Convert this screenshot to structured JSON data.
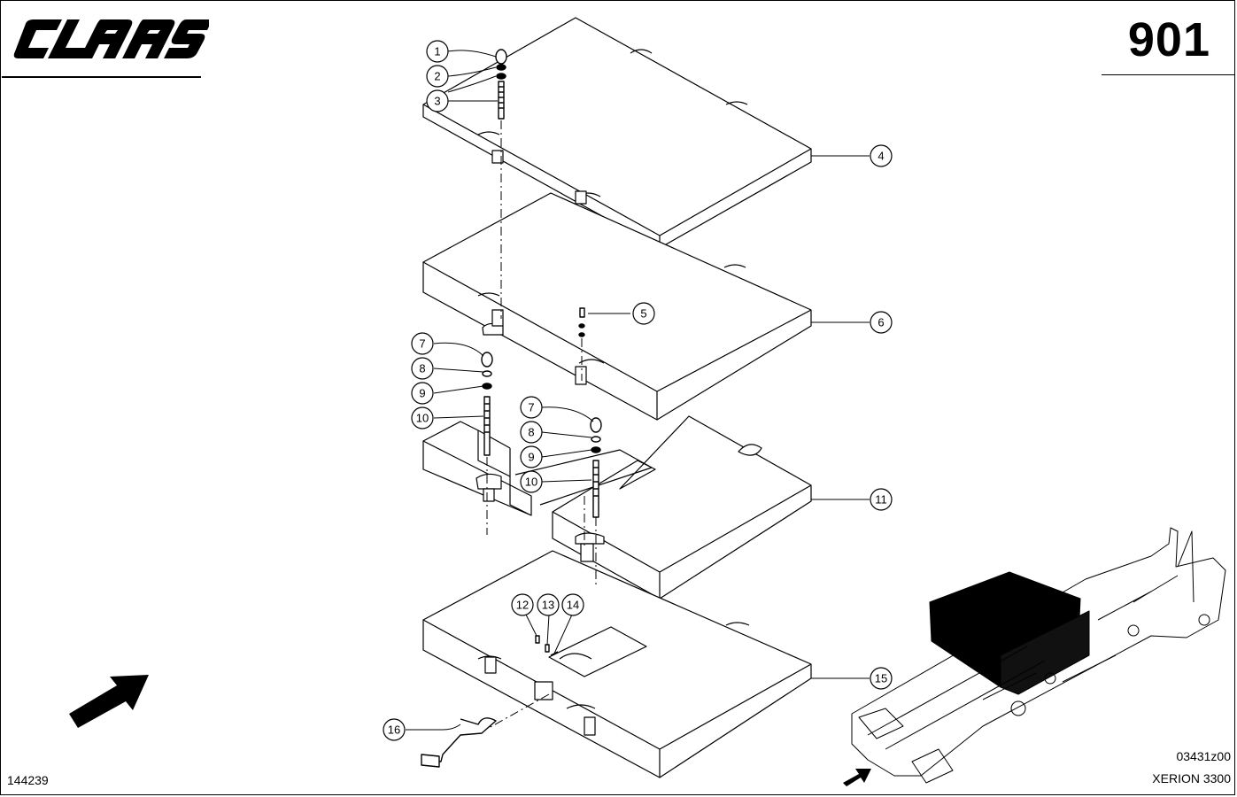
{
  "header": {
    "brand": "CLAAS",
    "page_number": "901"
  },
  "footer": {
    "drawing_id": "03431z00",
    "model": "XERION 3300",
    "doc_number": "144239"
  },
  "callouts": [
    {
      "id": "c1",
      "label": "1"
    },
    {
      "id": "c2",
      "label": "2"
    },
    {
      "id": "c3",
      "label": "3"
    },
    {
      "id": "c4",
      "label": "4"
    },
    {
      "id": "c5",
      "label": "5"
    },
    {
      "id": "c6",
      "label": "6"
    },
    {
      "id": "c7a",
      "label": "7"
    },
    {
      "id": "c8a",
      "label": "8"
    },
    {
      "id": "c9a",
      "label": "9"
    },
    {
      "id": "c10a",
      "label": "10"
    },
    {
      "id": "c7b",
      "label": "7"
    },
    {
      "id": "c8b",
      "label": "8"
    },
    {
      "id": "c9b",
      "label": "9"
    },
    {
      "id": "c10b",
      "label": "10"
    },
    {
      "id": "c11",
      "label": "11"
    },
    {
      "id": "c12",
      "label": "12"
    },
    {
      "id": "c13",
      "label": "13"
    },
    {
      "id": "c14",
      "label": "14"
    },
    {
      "id": "c15",
      "label": "15"
    },
    {
      "id": "c16",
      "label": "16"
    }
  ]
}
